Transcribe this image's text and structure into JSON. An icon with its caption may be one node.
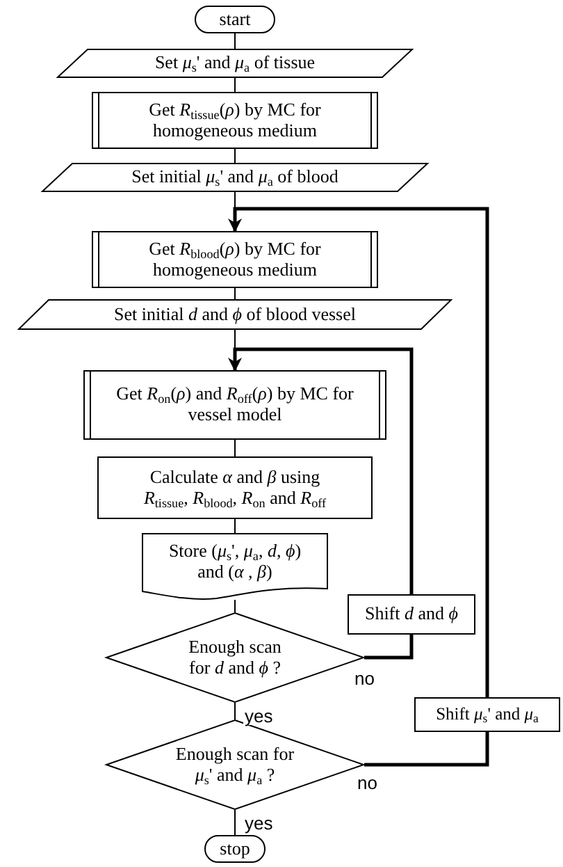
{
  "diagram": {
    "nodes": [
      {
        "text": [
          "start"
        ]
      },
      {
        "text": [
          "Set *μ*$_{s}$' and *μ*$_{a}$ of tissue"
        ]
      },
      {
        "text": [
          "Get *R*$_{tissue}$(*ρ*) by MC for homogeneous medium"
        ]
      },
      {
        "text": [
          "Set initial *μ*$_{s}$' and *μ*$_{a}$ of blood"
        ]
      },
      {
        "text": [
          "Get *R*$_{blood}$(*ρ*) by MC for homogeneous medium"
        ]
      },
      {
        "text": [
          "Set initial *d* and *ϕ* of blood vessel"
        ]
      },
      {
        "text": [
          "Get *R*$_{on}$(*ρ*) and *R*$_{off}$(*ρ*) by MC for vessel model"
        ]
      },
      {
        "text": [
          "Calculate *α* and *β* using *R*$_{tissue}$, *R*$_{blood}$, *R*$_{on}$ and *R*$_{off}$"
        ]
      },
      {
        "text": [
          "Store (*μ*$_{s}$', *μ*$_{a}$, *d*, *ϕ*) and (*α* , *β*)"
        ]
      },
      {
        "text": [
          "Enough scan for *d* and *ϕ* ?"
        ]
      },
      {
        "text": [
          "Shift *d* and *ϕ*"
        ]
      },
      {
        "text": [
          "Enough scan for *μ*$_{s}$' and *μ*$_{a}$ ?"
        ]
      },
      {
        "text": [
          "Shift *μ*$_{s}$' and *μ*$_{a}$"
        ]
      },
      {
        "text": [
          "stop"
        ]
      }
    ],
    "edges": [
      {
        "from": 0,
        "to": 1,
        "arrow": "none"
      },
      {
        "from": 1,
        "to": 2,
        "arrow": "none"
      },
      {
        "from": 2,
        "to": 3,
        "arrow": "none"
      },
      {
        "from": 3,
        "to": 4,
        "arrow": "none"
      },
      {
        "from": 4,
        "to": 5,
        "arrow": "none"
      },
      {
        "from": 5,
        "to": 6,
        "arrow": "none"
      },
      {
        "from": 6,
        "to": 7,
        "arrow": "none"
      },
      {
        "from": 7,
        "to": 8,
        "arrow": "none"
      },
      {
        "from": 8,
        "to": 9,
        "arrow": "none"
      },
      {
        "from": 9,
        "to": 11,
        "arrow": "none",
        "label": "yes"
      },
      {
        "from": 11,
        "to": 13,
        "arrow": "none",
        "label": "yes"
      },
      {
        "from": 9,
        "to": 10,
        "arrow": "none",
        "label": "no",
        "style": "thick"
      },
      {
        "from": 10,
        "to": 6,
        "arrow": "to",
        "style": "thick"
      },
      {
        "from": 11,
        "to": 12,
        "arrow": "none",
        "label": "no",
        "style": "thick"
      },
      {
        "from": 12,
        "to": 4,
        "arrow": "to",
        "style": "thick"
      }
    ]
  }
}
